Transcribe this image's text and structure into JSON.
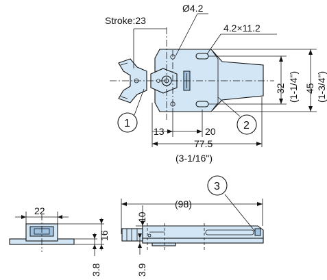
{
  "dimensions": {
    "stroke": "Stroke:23",
    "hole_dia": "Ø4.2",
    "slot": "4.2×11.2",
    "mount_32": "32",
    "mount_32_in": "(1-1/4\")",
    "height_45": "45",
    "height_45_in": "(1-3/4\")",
    "dim_13": "13",
    "dim_20": "20",
    "length": "77.5",
    "length_in": "(3-1/16\")",
    "width_22": "22",
    "height_16": "16",
    "base_3_8": "3.8",
    "offset_10": "10",
    "side_3_9": "3.9",
    "overall_98": "(98)"
  },
  "callouts": [
    "1",
    "2",
    "3"
  ]
}
